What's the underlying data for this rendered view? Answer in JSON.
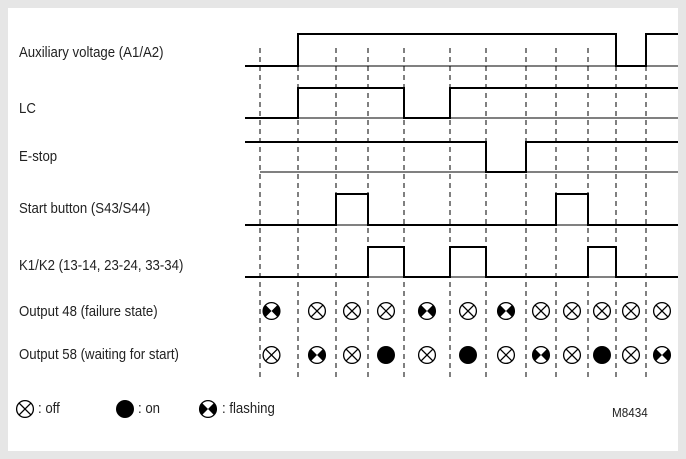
{
  "signals": [
    {
      "label": "Auxiliary voltage (A1/A2)",
      "levels": [
        0,
        1,
        1,
        1,
        1,
        1,
        1,
        1,
        1,
        1,
        0,
        1
      ]
    },
    {
      "label": "LC",
      "levels": [
        0,
        1,
        1,
        1,
        0,
        1,
        1,
        1,
        1,
        1,
        1,
        1
      ]
    },
    {
      "label": "E-stop",
      "levels": [
        1,
        1,
        1,
        1,
        1,
        1,
        0,
        1,
        1,
        1,
        1,
        1
      ]
    },
    {
      "label": "Start button (S43/S44)",
      "levels": [
        0,
        0,
        1,
        0,
        0,
        0,
        0,
        0,
        1,
        0,
        0,
        0
      ]
    },
    {
      "label": "K1/K2 (13-14, 23-24, 33-34)",
      "levels": [
        0,
        0,
        0,
        1,
        0,
        1,
        0,
        0,
        0,
        1,
        0,
        0
      ]
    }
  ],
  "outputs": [
    {
      "label": "Output 48 (failure state)",
      "states": [
        "flashing",
        "off",
        "off",
        "off",
        "flashing",
        "off",
        "flashing",
        "off",
        "off",
        "off",
        "off",
        "off"
      ]
    },
    {
      "label": "Output 58 (waiting for start)",
      "states": [
        "off",
        "flashing",
        "off",
        "on",
        "off",
        "on",
        "off",
        "flashing",
        "off",
        "on",
        "off",
        "flashing"
      ]
    }
  ],
  "legend": {
    "off": ": off",
    "on": ": on",
    "flashing": ": flashing"
  },
  "figure_code": "M8434"
}
